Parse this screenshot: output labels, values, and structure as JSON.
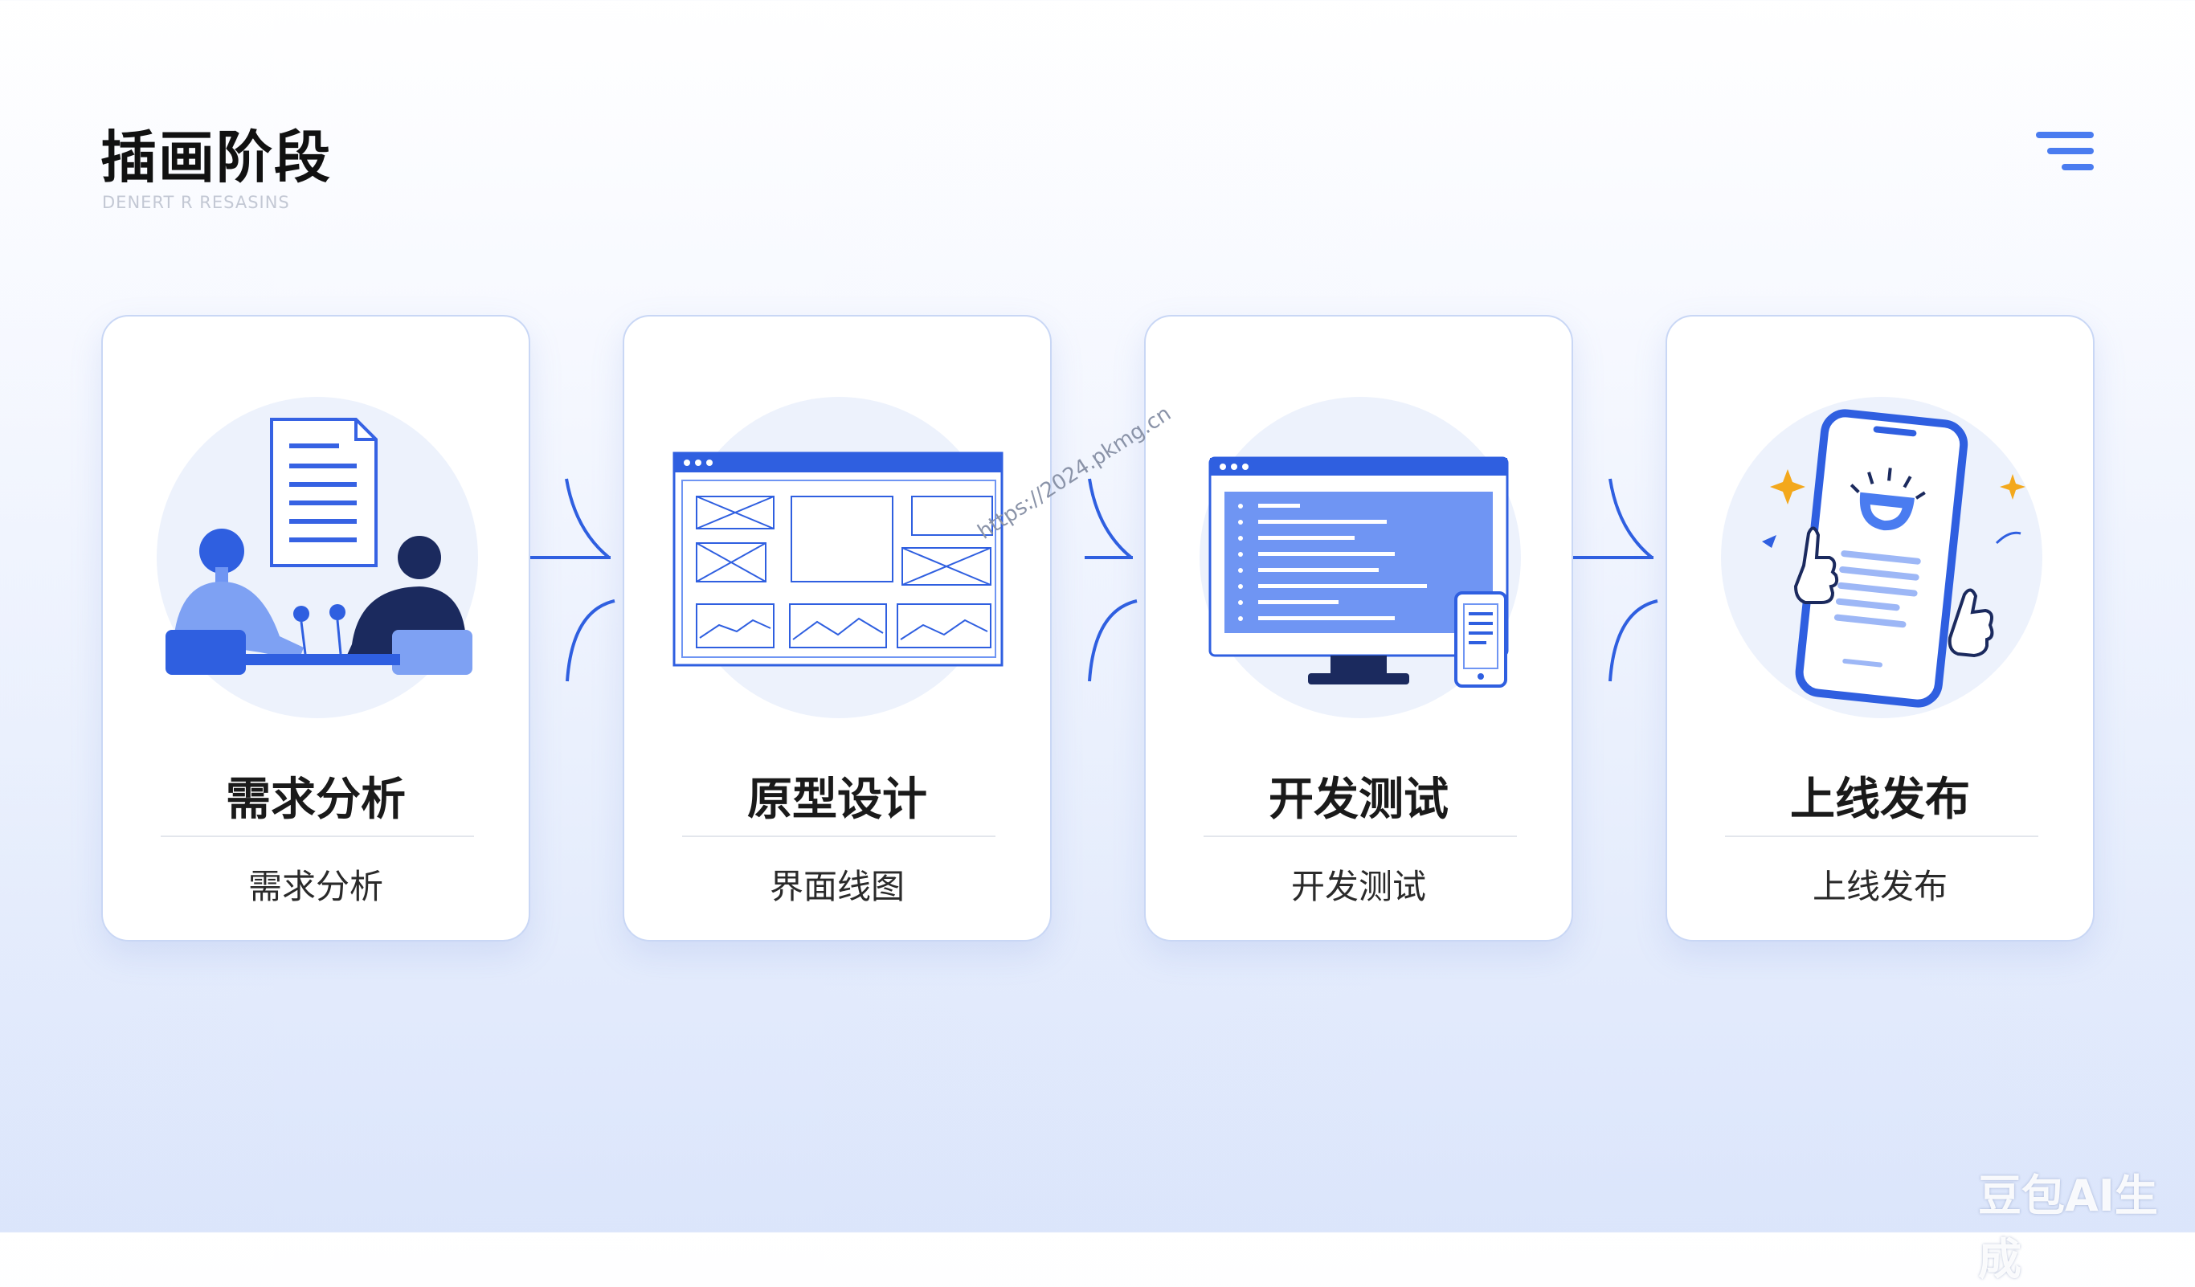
{
  "header": {
    "title": "插画阶段",
    "subtitle": "DENERT R RESASINS"
  },
  "cards": [
    {
      "title": "需求分析",
      "description": "需求分析",
      "illustration": "meeting-document-icon"
    },
    {
      "title": "原型设计",
      "description": "界面线图",
      "illustration": "wireframe-window-icon"
    },
    {
      "title": "开发测试",
      "description": "开发测试",
      "illustration": "monitor-phone-icon"
    },
    {
      "title": "上线发布",
      "description": "上线发布",
      "illustration": "phone-thumbs-up-icon"
    }
  ],
  "watermark": {
    "url": "https://2024.pkmg.cn",
    "brand": "豆包AI生成"
  },
  "colors": {
    "accent": "#2f5fe0",
    "accent_light": "#6f95f3",
    "dark_navy": "#1b2a5e",
    "star": "#f3a81c"
  }
}
